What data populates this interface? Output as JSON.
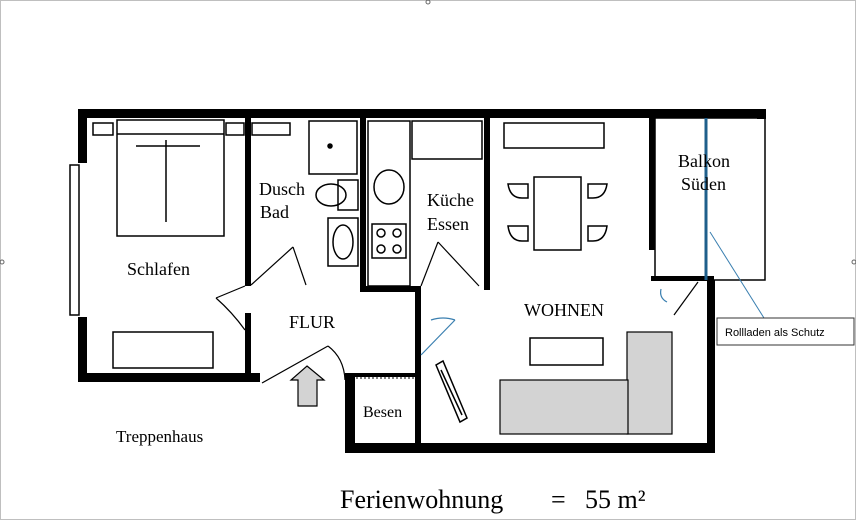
{
  "rooms": {
    "schlafen": "Schlafen",
    "dusch": "Dusch",
    "bad": "Bad",
    "kueche": "Küche",
    "essen": "Essen",
    "balkon": "Balkon",
    "sueden": "Süden",
    "flur": "FLUR",
    "wohnen": "WOHNEN",
    "besen": "Besen",
    "treppenhaus": "Treppenhaus"
  },
  "callout": "Rollladen als Schutz",
  "footer": {
    "name": "Ferienwohnung",
    "equals": "=",
    "area": "55 m²"
  },
  "colors": {
    "wall": "#000000",
    "furniture_fill": "#d3d3d3",
    "balcony_line": "#1f5f8b",
    "door_arc": "#3a7fb0"
  }
}
